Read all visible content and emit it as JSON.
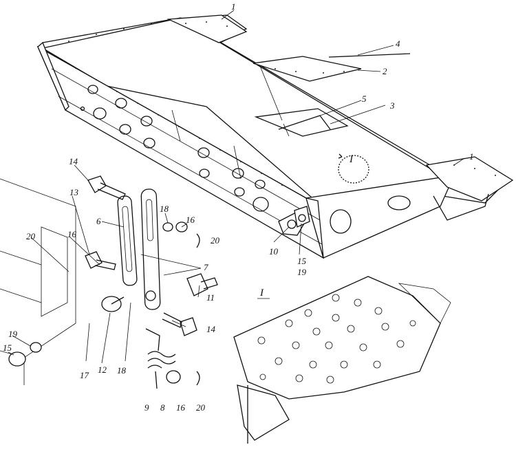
{
  "labels": {
    "n1a": "1",
    "n1b": "1",
    "n2": "2",
    "n3": "3",
    "n4": "4",
    "n5": "5",
    "n6": "6",
    "n7": "7",
    "n8": "8",
    "n9": "9",
    "n10": "10",
    "n11": "11",
    "n12": "12",
    "n13": "13",
    "n14a": "14",
    "n14b": "14",
    "n15a": "15",
    "n15b": "15",
    "n16a": "16",
    "n16b": "16",
    "n16c": "16",
    "n17": "17",
    "n18a": "18",
    "n18b": "18",
    "n19a": "19",
    "n19b": "19",
    "n20a": "20",
    "n20b": "20",
    "n20c": "20",
    "detailMarkOnBeam": "I",
    "detailMarkInset": "I"
  }
}
